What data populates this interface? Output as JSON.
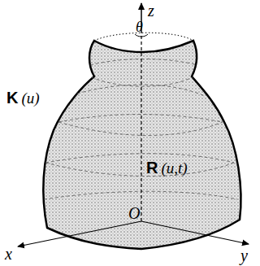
{
  "diagram": {
    "labels": [
      "z",
      "θ",
      "K",
      "(u)",
      "R",
      "(u,t)",
      "O",
      "x",
      "y"
    ]
  }
}
